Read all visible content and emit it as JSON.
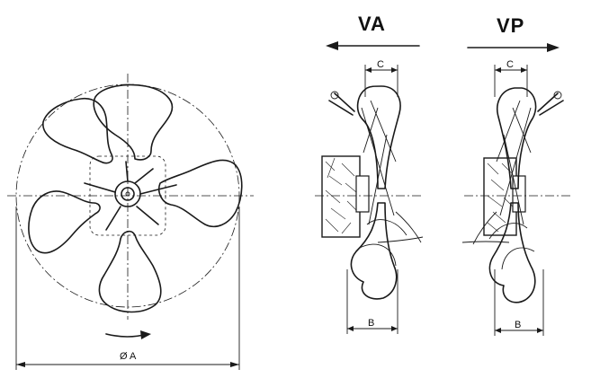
{
  "labels": {
    "va": "VA",
    "vp": "VP",
    "dim_c": "C",
    "dim_b": "B",
    "dim_a": "Ø A"
  }
}
